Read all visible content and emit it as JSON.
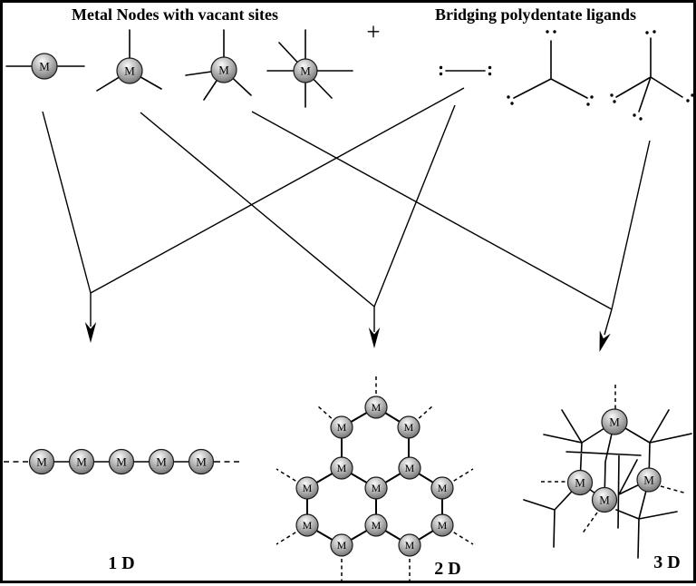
{
  "figure": {
    "title_left": "Metal Nodes with vacant sites",
    "title_right": "Bridging polydentate ligands",
    "plus_sign": "+",
    "metal_label": "M",
    "structure_labels": {
      "one_d": "1 D",
      "two_d": "2 D",
      "three_d": "3 D"
    }
  },
  "colors": {
    "background": "#ffffff",
    "line": "#000000",
    "border": "#000000",
    "text": "#000000",
    "sphere_highlight": "#fafafa",
    "sphere_mid": "#c0c0c0",
    "sphere_shadow": "#5e5e5e",
    "sphere_outline": "#1a1a1a"
  }
}
